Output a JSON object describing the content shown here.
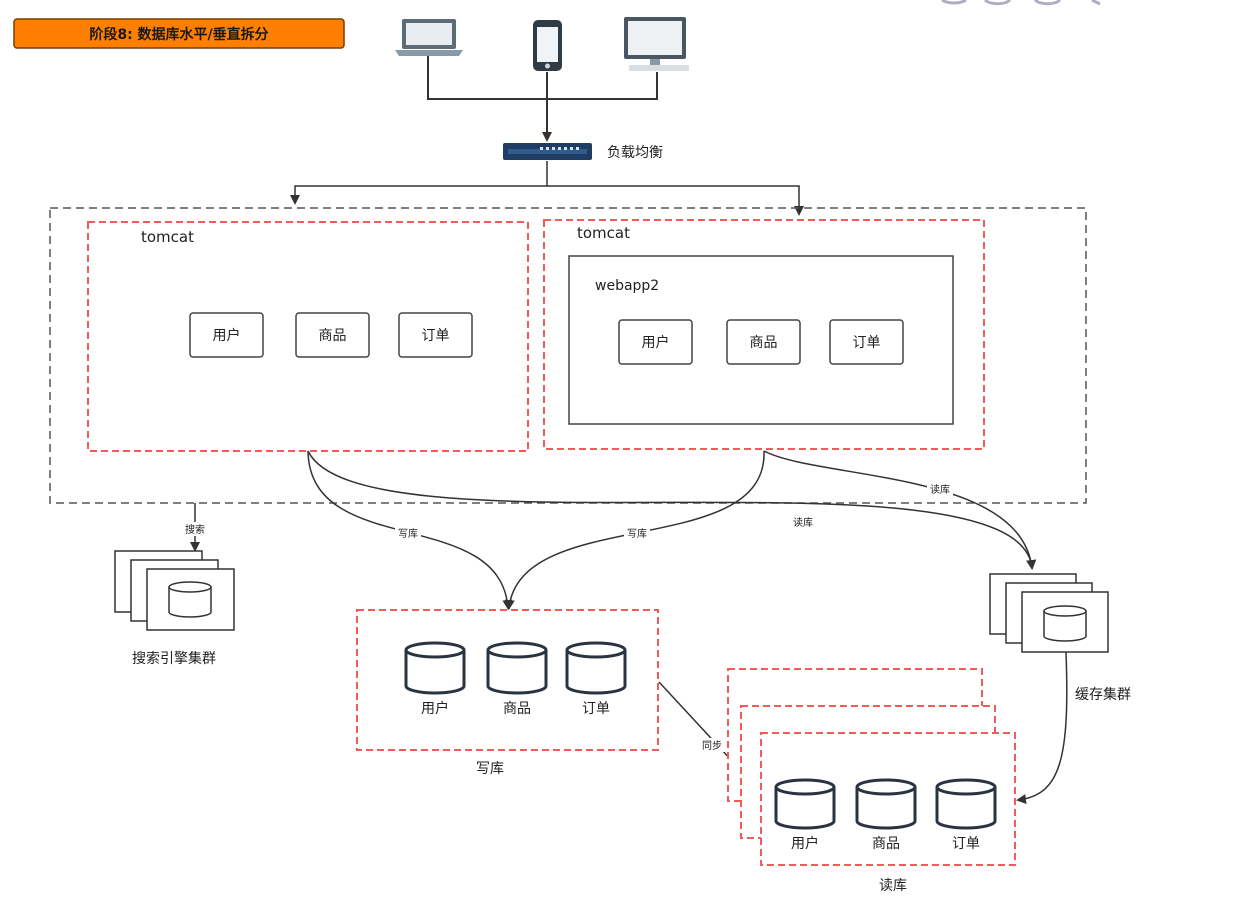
{
  "stage_title": "阶段8: 数据库水平/垂直拆分",
  "load_balancer_label": "负载均衡",
  "tomcat_left": {
    "title": "tomcat",
    "modules": [
      "用户",
      "商品",
      "订单"
    ]
  },
  "tomcat_right": {
    "title": "tomcat",
    "webapp_title": "webapp2",
    "modules": [
      "用户",
      "商品",
      "订单"
    ]
  },
  "edges": {
    "search": "搜索",
    "write_left": "写库",
    "write_right": "写库",
    "read_left": "读库",
    "read_right": "读库",
    "sync": "同步"
  },
  "search_cluster_label": "搜索引擎集群",
  "cache_cluster_label": "缓存集群",
  "write_db": {
    "label": "写库",
    "tables": [
      "用户",
      "商品",
      "订单"
    ]
  },
  "read_db": {
    "label": "读库",
    "tables": [
      "用户",
      "商品",
      "订单"
    ]
  },
  "colors": {
    "title_fill": "#ff8000",
    "red_dash": "#f55a5a",
    "gray_dash": "#555555",
    "line": "#333333"
  }
}
